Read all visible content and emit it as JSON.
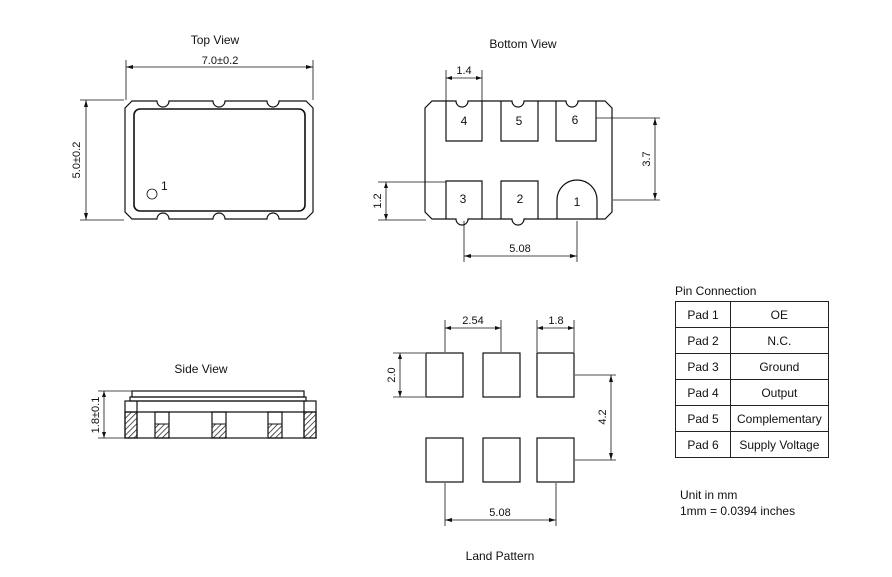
{
  "titles": {
    "top_view": "Top View",
    "bottom_view": "Bottom View",
    "side_view": "Side View",
    "land_pattern": "Land Pattern",
    "pin_connection": "Pin Connection"
  },
  "dimensions": {
    "top_width": "7.0±0.2",
    "top_height": "5.0±0.2",
    "pad_width_bottom": "1.4",
    "pad_height_bottom": "1.2",
    "row_spacing": "3.7",
    "pitch_bottom": "5.08",
    "side_height": "1.8±0.1",
    "land_pitch": "2.54",
    "land_width": "1.8",
    "land_height": "2.0",
    "land_row_spacing": "4.2",
    "land_span": "5.08"
  },
  "top_view": {
    "pin1_mark": "1"
  },
  "bottom_pads": {
    "top_row": [
      "4",
      "5",
      "6"
    ],
    "bottom_row": [
      "3",
      "2",
      "1"
    ]
  },
  "pin_connection": [
    {
      "pad": "Pad 1",
      "function": "OE"
    },
    {
      "pad": "Pad 2",
      "function": "N.C."
    },
    {
      "pad": "Pad 3",
      "function": "Ground"
    },
    {
      "pad": "Pad 4",
      "function": "Output"
    },
    {
      "pad": "Pad 5",
      "function": "Complementary"
    },
    {
      "pad": "Pad 6",
      "function": "Supply Voltage"
    }
  ],
  "units": {
    "line1": "Unit in mm",
    "line2": "1mm = 0.0394 inches"
  }
}
